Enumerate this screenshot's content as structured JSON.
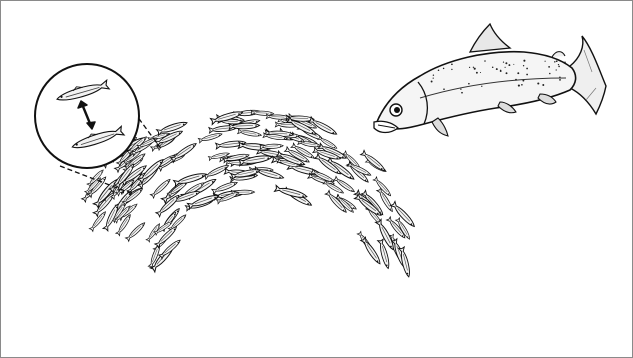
{
  "figure": {
    "background": "#ffffff",
    "ink": "#111111",
    "border": "#8a8a8a",
    "elements": [
      {
        "id": "predator-fish",
        "icon": "trout-icon"
      },
      {
        "id": "fish-school",
        "icon": "anchovy-school-icon",
        "count": 160
      },
      {
        "id": "magnifier-inset",
        "icon": "zoom-circle-icon"
      },
      {
        "id": "distance-arrow",
        "icon": "double-arrow-icon"
      }
    ]
  }
}
